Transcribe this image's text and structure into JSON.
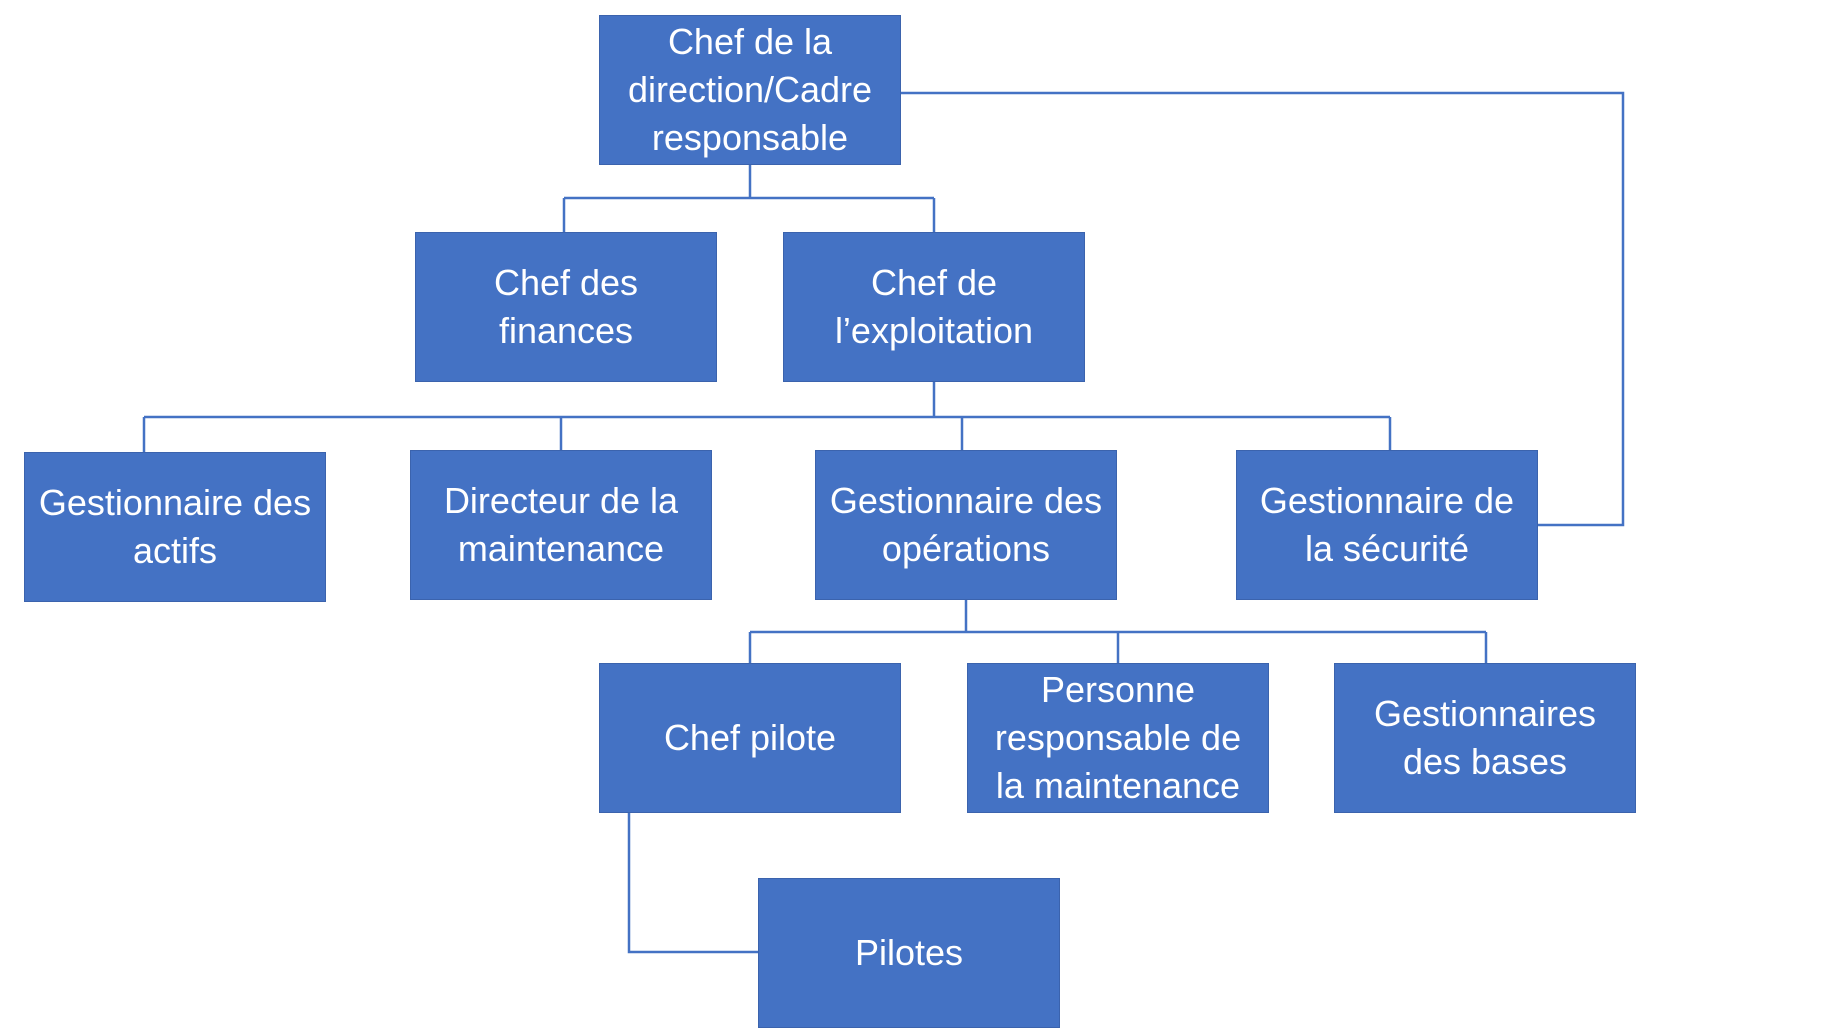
{
  "org_chart": {
    "colors": {
      "box_fill": "#4472c4",
      "box_text": "#ffffff",
      "connector": "#4472c4",
      "background": "#ffffff"
    },
    "nodes": {
      "ceo": "Chef de la\ndirection/Cadre\nresponsable",
      "cfo": "Chef des\nfinances",
      "coo": "Chef de\nl’exploitation",
      "asset_manager": "Gestionnaire des\nactifs",
      "maintenance_director": "Directeur de la\nmaintenance",
      "operations_manager": "Gestionnaire des\nopérations",
      "safety_manager": "Gestionnaire de\nla sécurité",
      "chief_pilot": "Chef pilote",
      "maintenance_person": "Personne\nresponsable de\nla maintenance",
      "base_managers": "Gestionnaires\ndes bases",
      "pilots": "Pilotes"
    },
    "relationships": [
      {
        "from": "ceo",
        "to": "cfo"
      },
      {
        "from": "ceo",
        "to": "coo"
      },
      {
        "from": "ceo",
        "to": "safety_manager"
      },
      {
        "from": "coo",
        "to": "asset_manager"
      },
      {
        "from": "coo",
        "to": "maintenance_director"
      },
      {
        "from": "coo",
        "to": "operations_manager"
      },
      {
        "from": "coo",
        "to": "safety_manager"
      },
      {
        "from": "operations_manager",
        "to": "chief_pilot"
      },
      {
        "from": "operations_manager",
        "to": "maintenance_person"
      },
      {
        "from": "operations_manager",
        "to": "base_managers"
      },
      {
        "from": "chief_pilot",
        "to": "pilots"
      }
    ]
  }
}
